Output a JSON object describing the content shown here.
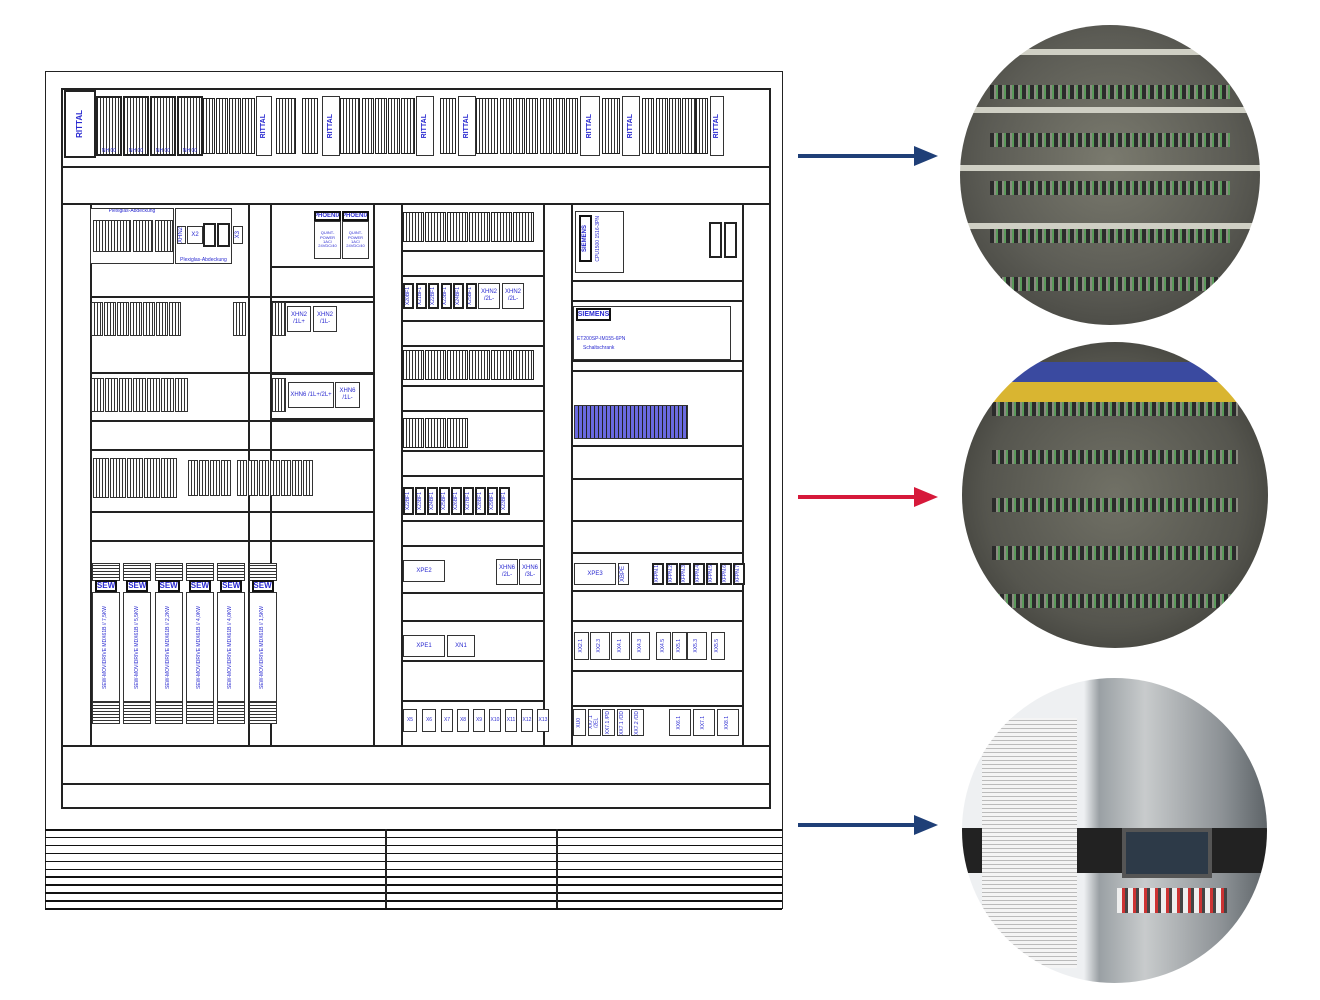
{
  "colors": {
    "arrow_blue": "#1f3f77",
    "arrow_red": "#d6193a",
    "label_blue": "#2a2ad0"
  },
  "top_rail": {
    "brand": "RITTAL",
    "fuse_label": "NH 00"
  },
  "left": {
    "cover": "Plexiglas-Abdeckung",
    "x2": "X2",
    "x3": "X3",
    "xn2": "XHN2",
    "phoenix": [
      "PHOENIX",
      "PHOENIX"
    ],
    "phoenix_sub": "QUINT-POWER 1AC/ 24VDC/40",
    "xhn2": [
      "XHN2 /1L+",
      "XHN2 /1L-"
    ],
    "xhn6": [
      "XHN6 /1L+/2L+",
      "XHN6 /1L-"
    ],
    "sew_brand": "SEW",
    "sew": [
      "SEW-MOVIDRIVE MDX61B // 7,5KW",
      "SEW-MOVIDRIVE MDX61B // 5,5KW",
      "SEW-MOVIDRIVE MDX61B // 2,2KW",
      "SEW-MOVIDRIVE MDX61B // 4,0KW",
      "SEW-MOVIDRIVE MDX61B // 4,0KW",
      "SEW-MOVIDRIVE MDX61B // 1,5KW"
    ]
  },
  "middle": {
    "terminals_a": [
      "X20BF1",
      "X21BF1",
      "X22BF1",
      "X23BF1",
      "X24BF1",
      "X25BF1"
    ],
    "xhn2": [
      "XHN2 /2L-",
      "XHN2 /2L-"
    ],
    "terminals_b": [
      "X22BF1",
      "X23BF1",
      "X24BF1",
      "X25BF1",
      "X26BF1",
      "X27BF1",
      "X28BF1",
      "X29BF1",
      "X23BF1"
    ],
    "xpe2": "XPE2",
    "xhn6": [
      "XHN6 /2L-",
      "XHN6 /3L-"
    ],
    "xpe1": "XPE1",
    "xn1": "XN1",
    "bottom": [
      "X5",
      "X6",
      "X7",
      "X8",
      "X9",
      "X10",
      "X11",
      "X12",
      "X13"
    ]
  },
  "right": {
    "siemens": "SIEMENS",
    "cpu": "CPU1500 1516-3PN",
    "et200": "ET200SP-IM155-6PN",
    "et200_sub": "Schaltschrank",
    "xpe3": "XPE3",
    "xbpe": "XBPE",
    "xfpn": [
      "XFPN.1",
      "XFPN.2",
      "XFPN.3",
      "XFPN.4",
      "XFPN.5",
      "XFPN.6",
      "XFPN.7"
    ],
    "xx_mid": [
      "XX2.1",
      "XX2.3",
      "XX4.1",
      "XX4.3",
      "XX4.5",
      "XX5.1",
      "XX5.3",
      "XX5.5"
    ],
    "xx_bot": [
      "XU0",
      "XX7.1 /2EL",
      "XX7.1 /PD",
      "XX7.1 /OD",
      "XX7.2 /OD"
    ],
    "xx_bot2": [
      "XX6.1",
      "XX7.1",
      "XX8.1"
    ]
  },
  "photos": [
    "panel-interior-top",
    "panel-interior-middle",
    "cabinet-exterior"
  ]
}
